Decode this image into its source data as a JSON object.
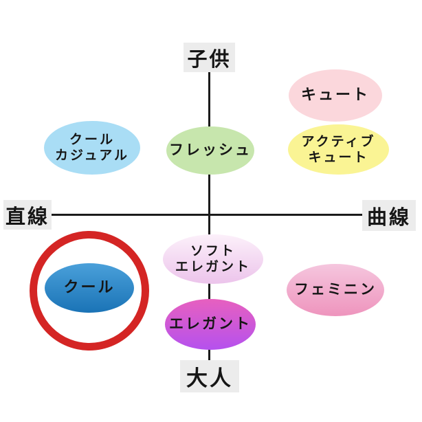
{
  "axes": {
    "top": {
      "label": "子供"
    },
    "bottom": {
      "label": "大人"
    },
    "left": {
      "label": "直線"
    },
    "right": {
      "label": "曲線"
    }
  },
  "bubbles": {
    "cute": {
      "label": "キュート",
      "fill": "#fbd7dc"
    },
    "active_cute": {
      "line1": "アクティブ",
      "line2": "キュート",
      "fill": "#faf494"
    },
    "cool_casual": {
      "line1": "クール",
      "line2": "カジュアル",
      "fill": "#a9ddf5"
    },
    "fresh": {
      "label": "フレッシュ",
      "fill": "#c7e6ad"
    },
    "soft_elegant": {
      "line1": "ソフト",
      "line2": "エレガント",
      "fill_top": "#fcf0fa",
      "fill_bottom": "#ecc4eb"
    },
    "elegant": {
      "label": "エレガント",
      "fill_top": "#e760bf",
      "fill_bottom": "#b551ee"
    },
    "cool": {
      "label": "クール",
      "fill_top": "#4aa0da",
      "fill_bottom": "#1a73b6"
    },
    "feminine": {
      "label": "フェミニン",
      "fill_top": "#f5c6de",
      "fill_bottom": "#ee94bd"
    }
  },
  "highlight": {
    "around": "クール",
    "color": "#d42524"
  },
  "colors": {
    "background": "#ffffff",
    "axis_line": "#1b1b1b",
    "axis_label_box": "#ececec",
    "text": "#161616"
  }
}
